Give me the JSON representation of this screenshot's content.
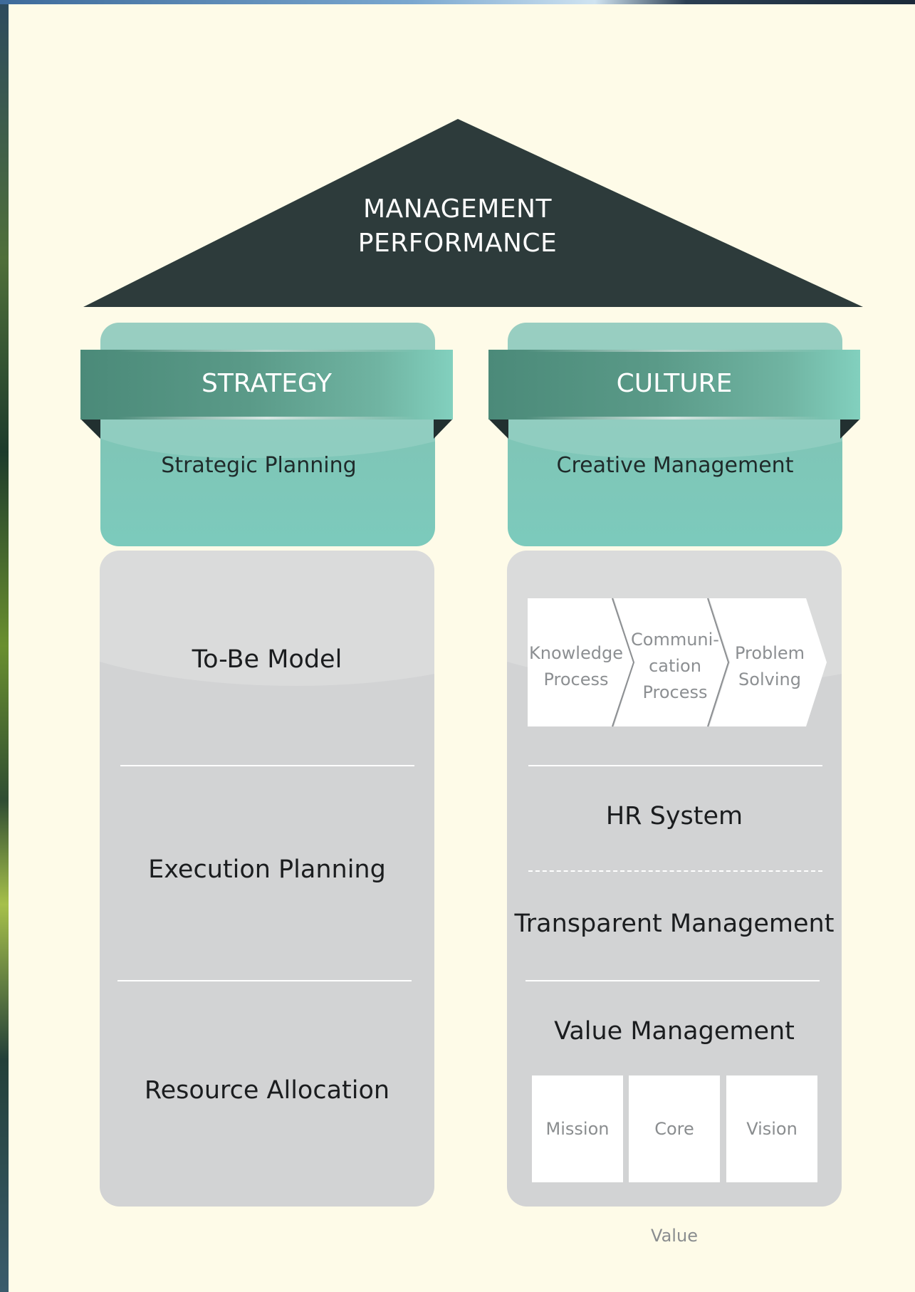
{
  "roof": {
    "line1": "MANAGEMENT",
    "line2": "PERFORMANCE"
  },
  "strategy": {
    "title": "STRATEGY",
    "subtitle": "Strategic Planning",
    "items": [
      "To-Be Model",
      "Execution Planning",
      "Resource Allocation"
    ]
  },
  "culture": {
    "title": "CULTURE",
    "subtitle": "Creative Management",
    "processes": [
      {
        "line1": "Knowledge",
        "line2": "Process",
        "line3": ""
      },
      {
        "line1": "Communi-",
        "line2": "cation",
        "line3": "Process"
      },
      {
        "line1": "Problem",
        "line2": "Solving",
        "line3": ""
      }
    ],
    "items": [
      "HR System",
      "Transparent Management",
      "Value Management"
    ],
    "values": [
      "Mission",
      "Core Value",
      "Vision"
    ]
  },
  "colors": {
    "roof": "#2d3b3b",
    "teal": "#7fc6b7",
    "ribbon": "#5a9a88",
    "column": "#d2d3d4",
    "background": "#fefbe8"
  }
}
